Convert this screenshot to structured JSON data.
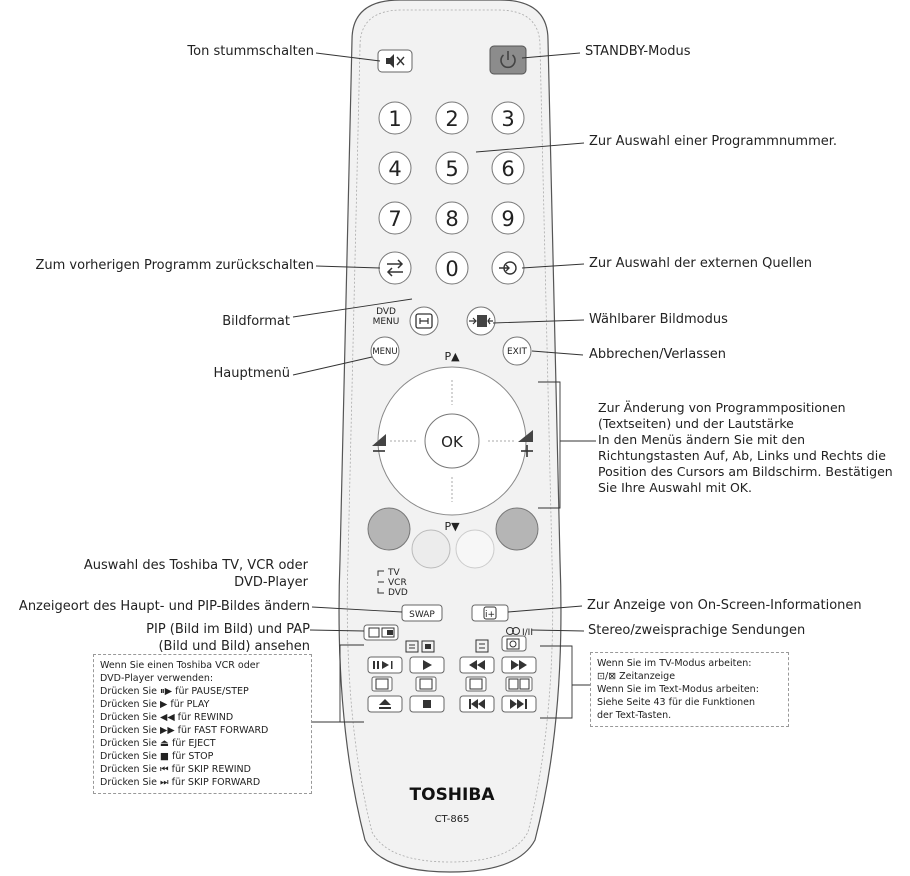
{
  "remote": {
    "brand": "TOSHIBA",
    "model": "CT-865",
    "colors": {
      "body": "#f2f2f2",
      "outline": "#555555",
      "standby": "#8c8c8c",
      "color_button": "#b5b5b5"
    },
    "digits": [
      "1",
      "2",
      "3",
      "4",
      "5",
      "6",
      "7",
      "8",
      "9",
      "0"
    ],
    "keys": {
      "dvd_menu": "DVD MENU",
      "menu": "MENU",
      "exit": "EXIT",
      "ok": "OK",
      "p_up": "P▲",
      "p_down": "P▼",
      "swap": "SWAP",
      "source_tv": "TV",
      "source_vcr": "VCR",
      "source_dvd": "DVD"
    },
    "icons": [
      "mute-icon",
      "power-icon",
      "recall-icon",
      "input-source-icon",
      "picture-format-icon",
      "picture-mode-icon",
      "volume-down-icon",
      "volume-up-icon",
      "info-icon",
      "stereo-icon",
      "pip-icon",
      "text-icon",
      "pause-step-icon",
      "play-icon",
      "rewind-icon",
      "fast-forward-icon",
      "eject-icon",
      "stop-icon",
      "skip-rewind-icon",
      "skip-forward-icon",
      "clock-icon"
    ]
  },
  "labels": {
    "mute": "Ton stummschalten",
    "standby": "STANDBY-Modus",
    "program_number": "Zur Auswahl einer Programmnummer.",
    "previous_program": "Zum vorherigen Programm zurückschalten",
    "external_sources": "Zur Auswahl der externen Quellen",
    "picture_format": "Bildformat",
    "picture_mode": "Wählbarer Bildmodus",
    "main_menu": "Hauptmenü",
    "cancel_exit": "Abbrechen/Verlassen",
    "navigation": [
      "Zur Änderung von Programmpositionen",
      "(Textseiten) und der Lautstärke",
      "In den Menüs ändern Sie mit den",
      "Richtungstasten Auf, Ab, Links und Rechts die",
      "Position des Cursors am Bildschirm. Bestätigen",
      "Sie Ihre Auswahl mit OK."
    ],
    "device_select": [
      "Auswahl des Toshiba TV,  VCR oder",
      "DVD-Player"
    ],
    "swap_position": "Anzeigeort des Haupt- und PIP-Bildes ändern",
    "on_screen_info": "Zur Anzeige von On-Screen-Informationen",
    "pip_pap": [
      "PIP (Bild im Bild) und PAP",
      "(Bild und Bild) ansehen"
    ],
    "stereo": "Stereo/zweisprachige Sendungen"
  },
  "vcr_box": {
    "lines": [
      "Wenn Sie einen Toshiba VCR oder",
      "DVD-Player verwenden:",
      "Drücken Sie ⏸▶ für PAUSE/STEP",
      "Drücken Sie  ▶  für PLAY",
      "Drücken Sie ◀◀ für REWIND",
      "Drücken Sie ▶▶ für FAST FORWARD",
      "Drücken Sie  ⏏  für EJECT",
      "Drücken Sie  ■  für STOP",
      "Drücken Sie ⏮ für SKIP REWIND",
      "Drücken Sie ⏭ für SKIP FORWARD"
    ]
  },
  "tv_box": {
    "lines": [
      "Wenn Sie im TV-Modus arbeiten:",
      "⊡/⊠ Zeitanzeige",
      "Wenn Sie im Text-Modus arbeiten:",
      "Siehe Seite 43 für die Funktionen",
      "der Text-Tasten."
    ]
  }
}
